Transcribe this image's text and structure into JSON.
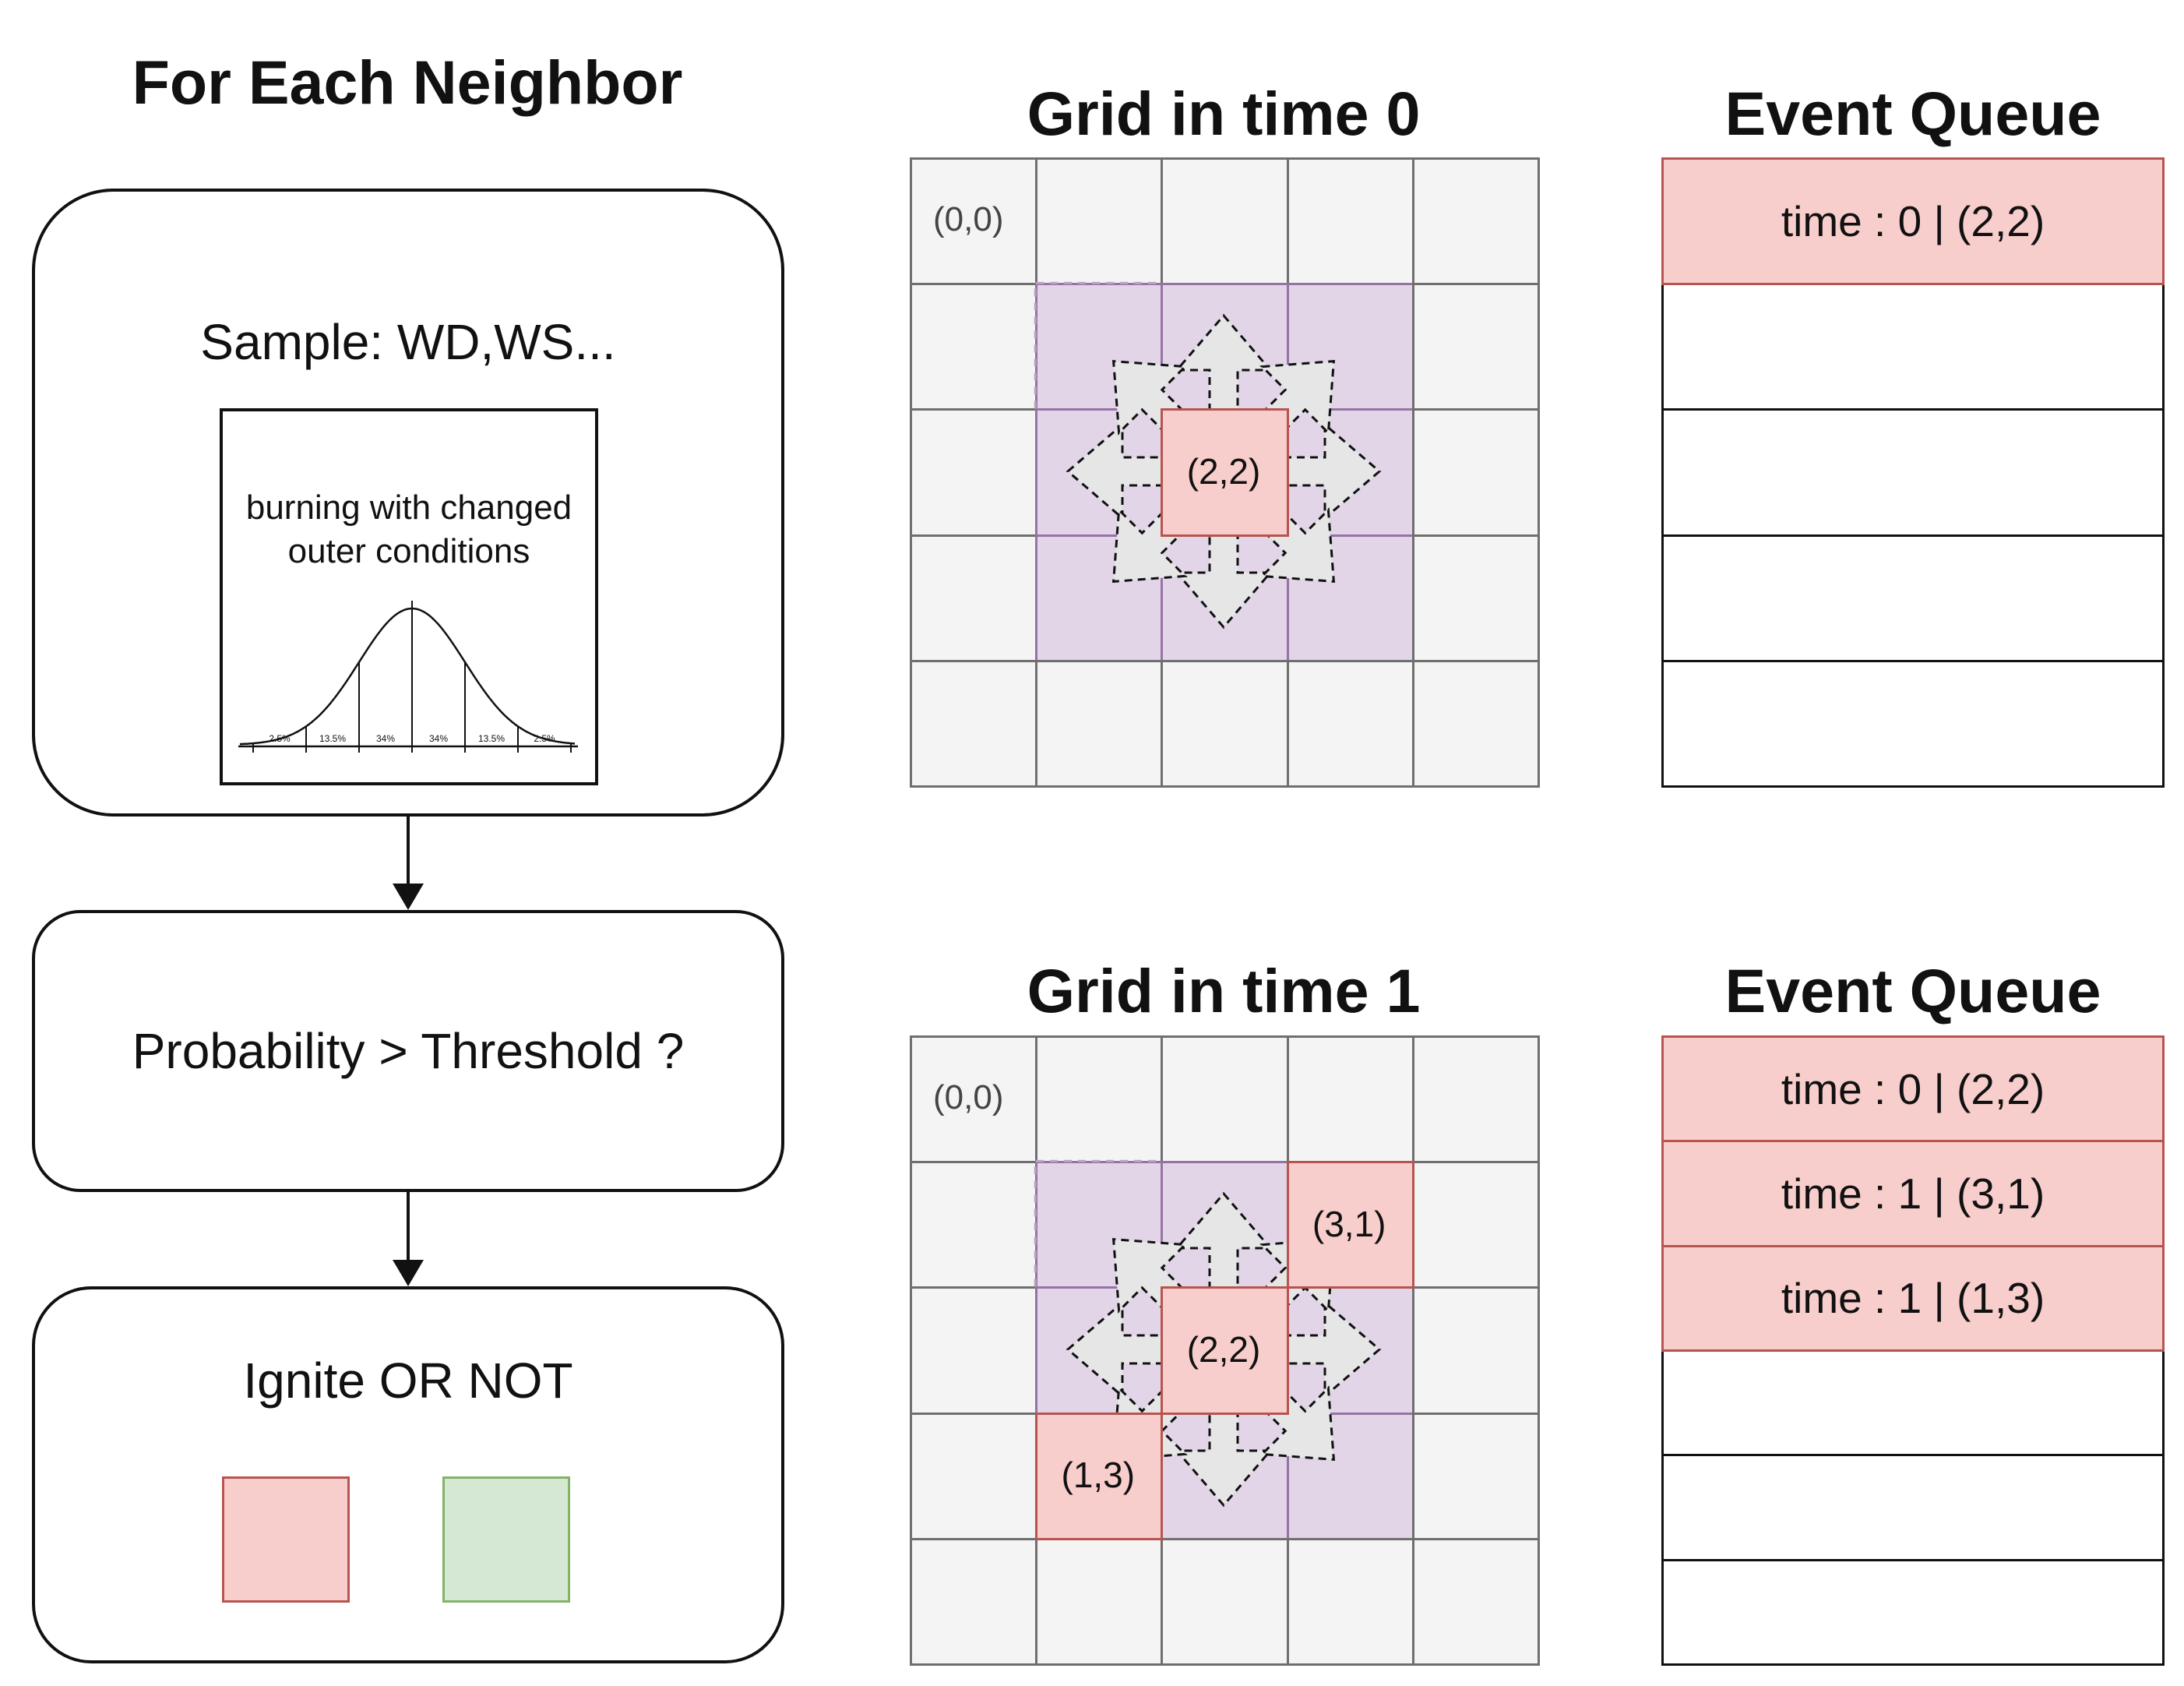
{
  "flowchart": {
    "title": "For Each Neighbor",
    "step_sample": {
      "label": "Sample: WD,WS...",
      "chart": {
        "caption_line1": "burning with changed",
        "caption_line2": "outer conditions",
        "segments": [
          "2.5%",
          "13.5%",
          "34%",
          "34%",
          "13.5%",
          "2.5%"
        ]
      }
    },
    "step_threshold": {
      "label": "Probability > Threshold ?"
    },
    "step_ignite": {
      "label": "Ignite OR NOT",
      "swatch_ignite_color": "#f8cecc",
      "swatch_not_color": "#d5e8d4"
    }
  },
  "grids": [
    {
      "title": "Grid in time 0",
      "origin_label": "(0,0)",
      "burning_cells": [
        {
          "label": "(2,2)",
          "col": 2,
          "row": 2
        }
      ]
    },
    {
      "title": "Grid in time 1",
      "origin_label": "(0,0)",
      "burning_cells": [
        {
          "label": "(2,2)",
          "col": 2,
          "row": 2
        },
        {
          "label": "(3,1)",
          "col": 3,
          "row": 1
        },
        {
          "label": "(1,3)",
          "col": 1,
          "row": 3
        }
      ]
    }
  ],
  "queues": [
    {
      "title": "Event Queue",
      "entries": [
        "time : 0 | (2,2)",
        "",
        "",
        "",
        ""
      ]
    },
    {
      "title": "Event Queue",
      "entries": [
        "time : 0 | (2,2)",
        "time : 1 | (3,1)",
        "time : 1 | (1,3)",
        "",
        "",
        ""
      ]
    }
  ],
  "colors": {
    "burning_fill": "#f8cecc",
    "burning_border": "#b85450",
    "neighbor_fill": "#e2d5e8",
    "neighbor_border": "#9673a6",
    "empty_fill": "#f4f4f4",
    "not_ignite_border": "#82b366"
  }
}
